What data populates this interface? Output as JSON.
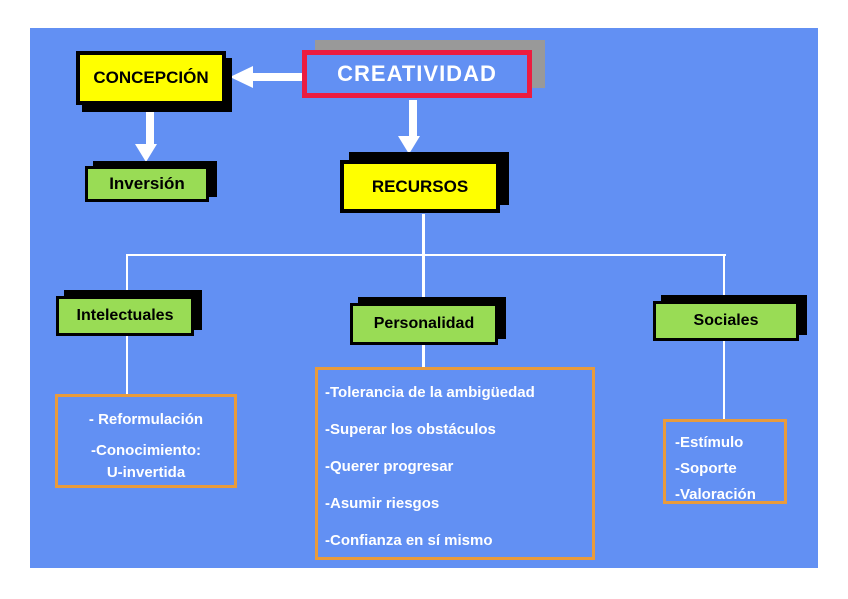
{
  "slide": {
    "nodes": {
      "creatividad": {
        "label": "CREATIVIDAD"
      },
      "concepcion": {
        "label": "CONCEPCIÓN"
      },
      "inversion": {
        "label": "Inversión"
      },
      "recursos": {
        "label": "RECURSOS"
      }
    },
    "branches": [
      {
        "label": "Intelectuales",
        "items": [
          "- Reformulación",
          "-Conocimiento:",
          "U-invertida"
        ]
      },
      {
        "label": "Personalidad",
        "items": [
          "-Tolerancia de la ambigüedad",
          "-Superar los obstáculos",
          "-Querer progresar",
          "-Asumir riesgos",
          "-Confianza en sí mismo"
        ]
      },
      {
        "label": "Sociales",
        "items": [
          "-Estímulo",
          "-Soporte",
          "-Valoración"
        ]
      }
    ],
    "colors": {
      "slide_background": "#6290F3",
      "node_yellow": "#FFFF00",
      "node_green": "#99DC55",
      "detail_border_orange": "#E89B3C",
      "creatividad_border_red": "#EC1C40",
      "creatividad_shadow_gray": "#999999",
      "box_shadow_black": "#000000",
      "connector_white": "#FFFFFF"
    }
  }
}
